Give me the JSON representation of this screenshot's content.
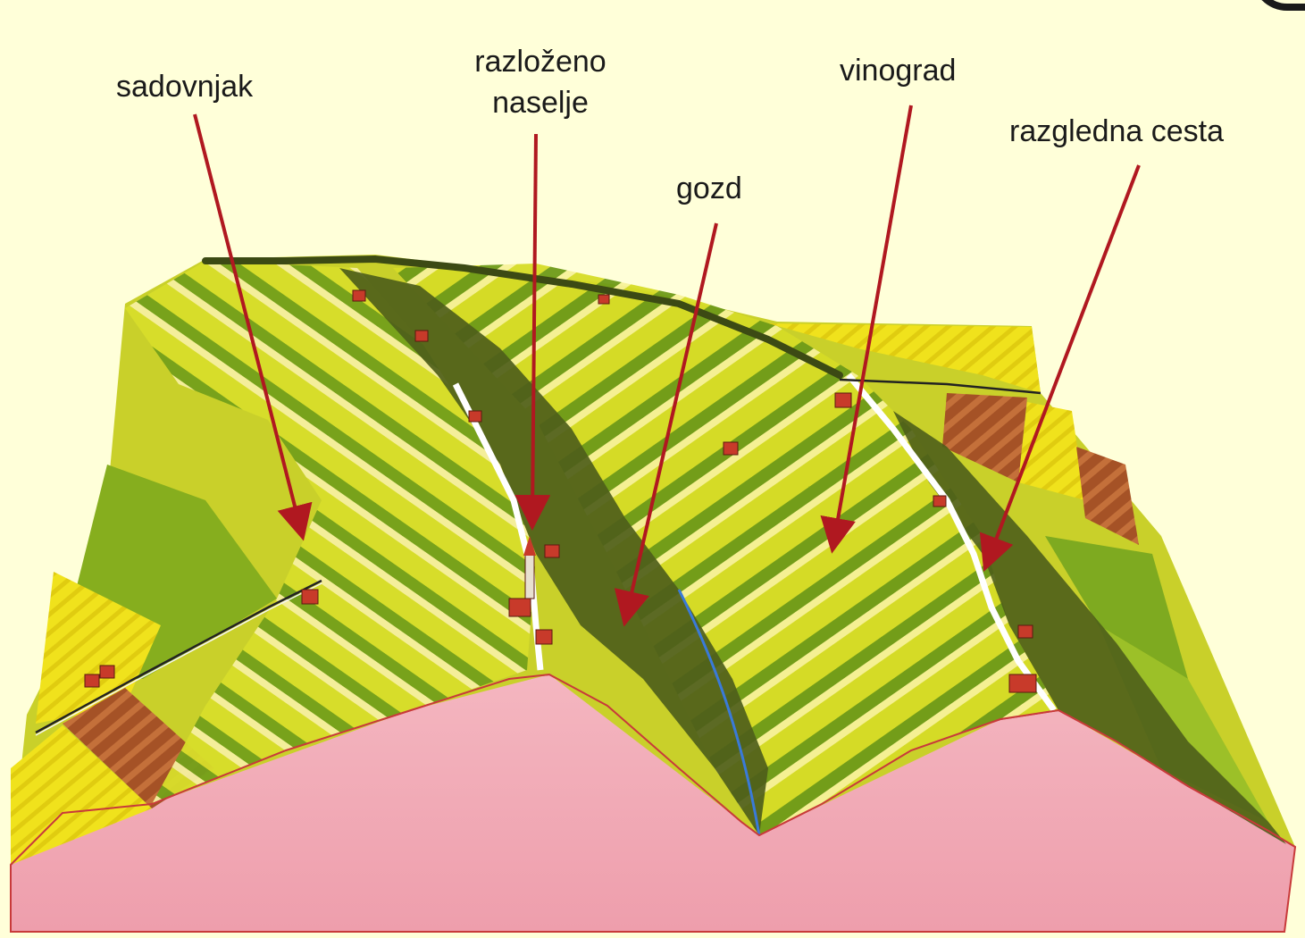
{
  "diagram": {
    "labels": {
      "sadovnjak": "sadovnjak",
      "razlozeno_line1": "razloženo",
      "razlozeno_line2": "naselje",
      "gozd": "gozd",
      "vinograd": "vinograd",
      "razgledna_cesta": "razgledna cesta"
    },
    "colors": {
      "background": "#ffffd9",
      "soil_section": "#f2a9b4",
      "arrow": "#b01820",
      "vineyard_yellow": "#e8e020",
      "vineyard_green": "#7ea818",
      "forest": "#4a5a18",
      "field_brown": "#a0502a"
    }
  }
}
